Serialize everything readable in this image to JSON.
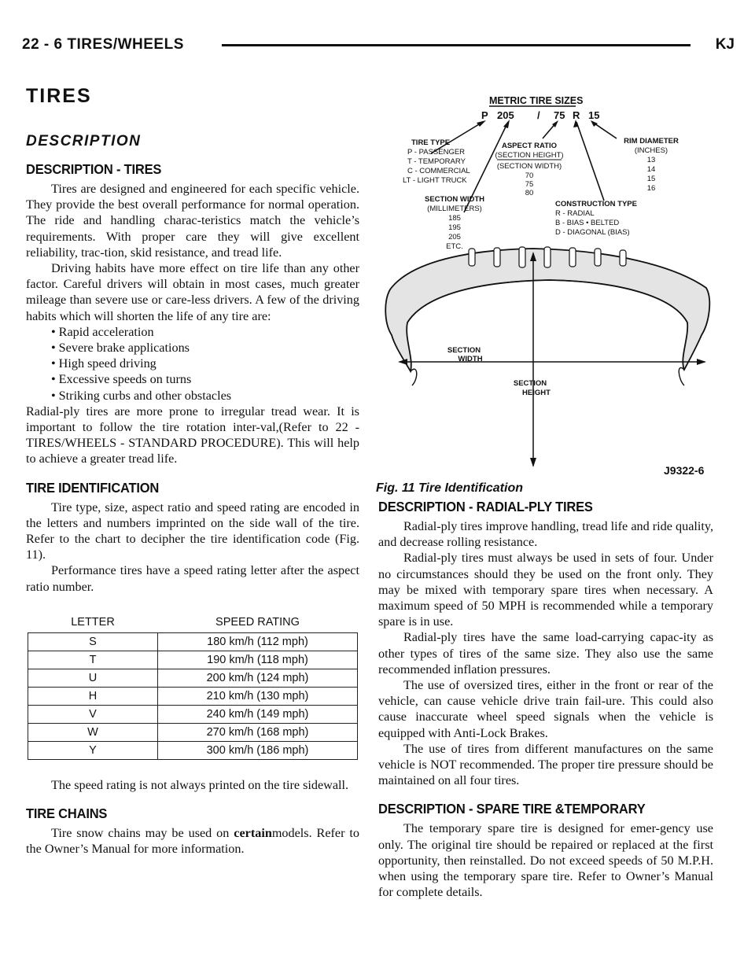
{
  "header": {
    "section": "22 - 6   TIRES/WHEELS",
    "code": "KJ"
  },
  "title": "TIRES",
  "h_description": "DESCRIPTION",
  "tires": {
    "heading": "DESCRIPTION - TIRES",
    "p1": "Tires are designed and engineered for each specific vehicle. They provide the best overall performance for normal operation. The ride and handling charac-teristics match the vehicle’s requirements. With proper care they will give excellent reliability, trac-tion, skid resistance, and tread life.",
    "p2": "Driving habits have more effect on tire life than any other factor. Careful drivers will obtain in most cases, much greater mileage than severe use or care-less drivers. A few of the driving habits which will shorten the life of any tire are:",
    "bullets": [
      "Rapid acceleration",
      "Severe brake applications",
      "High speed driving",
      "Excessive speeds on turns",
      "Striking curbs and other obstacles"
    ],
    "p3": "Radial-ply tires are more prone to irregular tread wear. It is important to follow the tire rotation inter-val,(Refer to 22 - TIRES/WHEELS - STANDARD PROCEDURE). This will help to achieve a greater tread life."
  },
  "identification": {
    "heading": "TIRE IDENTIFICATION",
    "p1": "Tire type, size, aspect ratio and speed rating are encoded in the letters and numbers imprinted on the side wall of the tire. Refer to the chart to decipher the tire identification code (Fig. 11).",
    "p2": "Performance tires have a speed rating letter after the aspect ratio number.",
    "table_headers": [
      "LETTER",
      "SPEED RATING"
    ],
    "table_rows": [
      [
        "S",
        "180 km/h (112 mph)"
      ],
      [
        "T",
        "190 km/h (118 mph)"
      ],
      [
        "U",
        "200 km/h (124 mph)"
      ],
      [
        "H",
        "210 km/h (130 mph)"
      ],
      [
        "V",
        "240 km/h (149 mph)"
      ],
      [
        "W",
        "270 km/h (168 mph)"
      ],
      [
        "Y",
        "300 km/h (186 mph)"
      ]
    ],
    "p3": "The speed rating is not always printed on the tire sidewall."
  },
  "chains": {
    "heading": "TIRE CHAINS",
    "p1_a": "Tire snow chains may be used on ",
    "p1_bold": "certain",
    "p1_b": "models. Refer to the Owner’s Manual for more information."
  },
  "figure": {
    "title": "METRIC TIRE SIZES",
    "code": [
      "P",
      "205",
      "/",
      "75",
      "R",
      "15"
    ],
    "tire_type": [
      "TIRE TYPE",
      "P - PASSENGER",
      "T - TEMPORARY",
      "C - COMMERCIAL",
      "LT - LIGHT TRUCK"
    ],
    "aspect_ratio": [
      "ASPECT RATIO",
      "(SECTION HEIGHT)",
      "(SECTION WIDTH)",
      "70",
      "75",
      "80"
    ],
    "rim_diameter": [
      "RIM DIAMETER",
      "(INCHES)",
      "13",
      "14",
      "15",
      "16"
    ],
    "section_width": [
      "SECTION WIDTH",
      "(MILLIMETERS)",
      "185",
      "195",
      "205",
      "ETC."
    ],
    "construction": [
      "CONSTRUCTION TYPE",
      "R - RADIAL",
      "B - BIAS • BELTED",
      "D - DIAGONAL (BIAS)"
    ],
    "sw_label": [
      "SECTION",
      "WIDTH"
    ],
    "sh_label": [
      "SECTION",
      "HEIGHT"
    ],
    "id": "J9322-6",
    "caption": "Fig. 11 Tire Identification"
  },
  "radial": {
    "heading": "DESCRIPTION - RADIAL-PLY TIRES",
    "p1": "Radial-ply tires improve handling, tread life and ride quality, and decrease rolling resistance.",
    "p2": "Radial-ply tires must always be used in sets of four. Under no circumstances should they be used on the front only. They may be mixed with temporary spare tires when necessary. A maximum speed of 50 MPH is recommended while a temporary spare is in use.",
    "p3": "Radial-ply tires have the same load-carrying capac-ity as other types of tires of the same size. They also use the same recommended inflation pressures.",
    "p4": "The use of oversized tires, either in the front or rear of the vehicle, can cause vehicle drive train fail-ure. This could also cause inaccurate wheel speed signals when the vehicle is equipped with Anti-Lock Brakes.",
    "p5": "The use of tires from different manufactures on the same vehicle is NOT recommended. The proper tire pressure should be maintained on all four tires."
  },
  "spare": {
    "heading": "DESCRIPTION - SPARE TIRE &TEMPORARY",
    "p1": "The temporary spare tire is designed for emer-gency use only. The original tire should be repaired or replaced at the first opportunity, then reinstalled. Do not exceed speeds of 50 M.P.H. when using the temporary spare tire. Refer to Owner’s Manual for complete details."
  }
}
